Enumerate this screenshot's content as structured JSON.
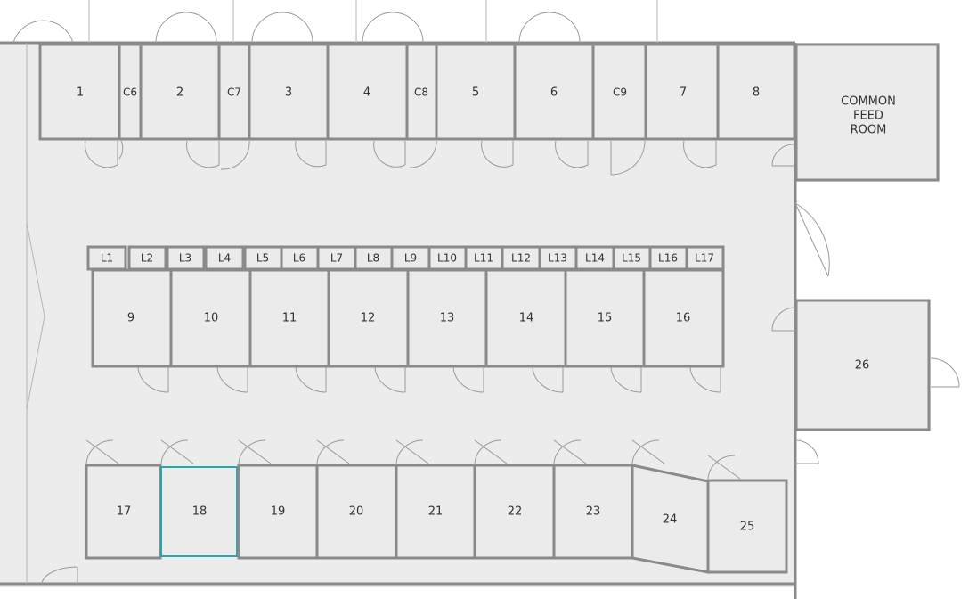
{
  "rooms": {
    "r1": "1",
    "c6": "C6",
    "r2": "2",
    "c7": "C7",
    "r3": "3",
    "r4": "4",
    "c8": "C8",
    "r5": "5",
    "r6": "6",
    "c9": "C9",
    "r7": "7",
    "r8": "8",
    "feed_line1": "COMMON",
    "feed_line2": "FEED",
    "feed_line3": "ROOM",
    "l1": "L1",
    "l2": "L2",
    "l3": "L3",
    "l4": "L4",
    "l5": "L5",
    "l6": "L6",
    "l7": "L7",
    "l8": "L8",
    "l9": "L9",
    "l10": "L10",
    "l11": "L11",
    "l12": "L12",
    "l13": "L13",
    "l14": "L14",
    "l15": "L15",
    "l16": "L16",
    "l17": "L17",
    "r9": "9",
    "r10": "10",
    "r11": "11",
    "r12": "12",
    "r13": "13",
    "r14": "14",
    "r15": "15",
    "r16": "16",
    "r26": "26",
    "r17": "17",
    "r18": "18",
    "r19": "19",
    "r20": "20",
    "r21": "21",
    "r22": "22",
    "r23": "23",
    "r24": "24",
    "r25": "25"
  },
  "selected_room": "18",
  "colors": {
    "floor": "#ececec",
    "wall": "#8a8a8a",
    "selection": "#2aa6b0"
  }
}
